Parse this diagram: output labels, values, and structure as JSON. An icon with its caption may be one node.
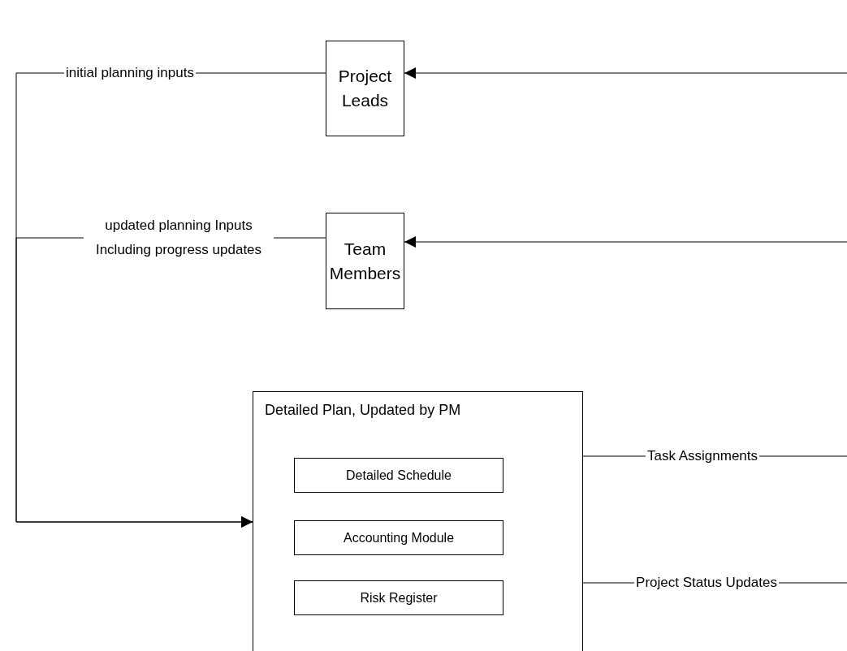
{
  "diagram": {
    "nodes": [
      {
        "text": [
          "Project Leads"
        ]
      },
      {
        "text": [
          "Team Members"
        ]
      },
      {
        "text": [
          "Detailed Plan, Updated by PM"
        ]
      },
      {
        "text": [
          "Detailed Schedule"
        ],
        "in": 2
      },
      {
        "text": [
          "Accounting Module"
        ],
        "in": 2
      },
      {
        "text": [
          "Risk Register"
        ],
        "in": 2
      }
    ],
    "edges": [
      {
        "from": 0,
        "to": 2,
        "arrow": "to",
        "label": "initial planning inputs"
      },
      {
        "from": 1,
        "to": 2,
        "arrow": "to",
        "label": "updated planning Inputs Including progress updates"
      },
      {
        "from": null,
        "to": 0,
        "arrow": "to"
      },
      {
        "from": null,
        "to": 1,
        "arrow": "to"
      },
      {
        "from": 2,
        "to": null,
        "arrow": "none",
        "label": "Task Assignments"
      },
      {
        "from": 2,
        "to": null,
        "arrow": "none",
        "label": "Project Status Updates"
      }
    ]
  }
}
